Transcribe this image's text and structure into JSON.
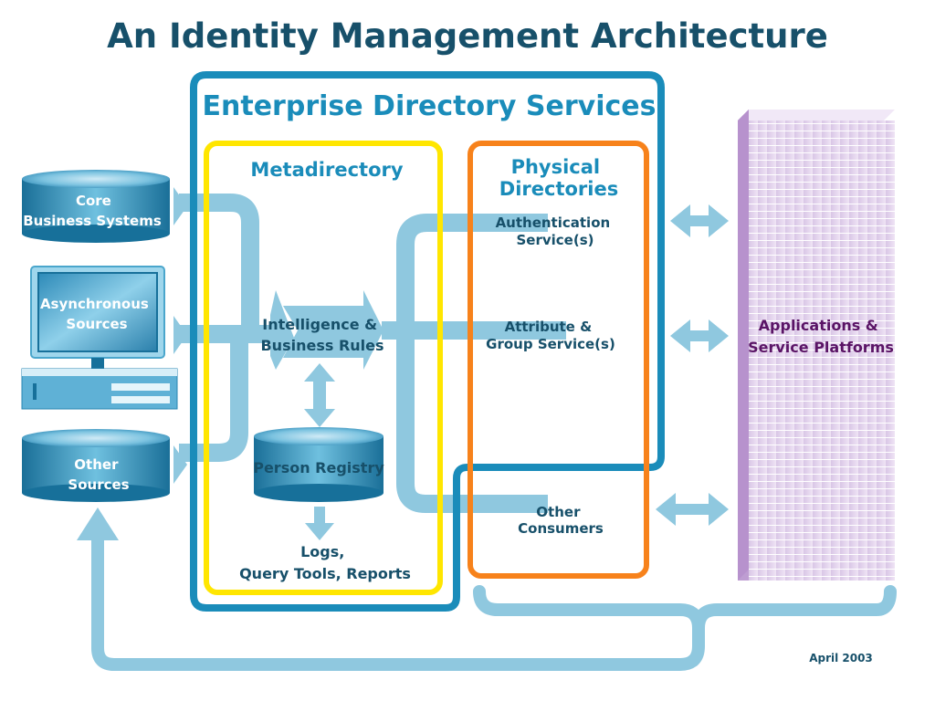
{
  "title": "An Identity Management Architecture",
  "enterprise_label": "Enterprise Directory Services",
  "metadirectory_label": "Metadirectory",
  "physical_label": [
    "Physical",
    "Directories"
  ],
  "sources": {
    "core": [
      "Core",
      "Business Systems"
    ],
    "async": [
      "Asynchronous",
      "Sources"
    ],
    "other": [
      "Other",
      "Sources"
    ]
  },
  "intelligence": [
    "Intelligence &",
    "Business Rules"
  ],
  "person_registry": "Person Registry",
  "logs": [
    "Logs,",
    "Query Tools, Reports"
  ],
  "services": {
    "authentication": [
      "Authentication",
      "Service(s)"
    ],
    "attribute": [
      "Attribute &",
      "Group Service(s)"
    ],
    "other_consumers": [
      "Other",
      "Consumers"
    ]
  },
  "applications": [
    "Applications &",
    "Service Platforms"
  ],
  "date": "April 2003",
  "colors": {
    "title": "#17506a",
    "flow": "#8fc8df",
    "enterprise_border": "#1a8cba",
    "metadirectory_border": "#ffe600",
    "physical_border": "#f7821b",
    "cylinder_dark": "#17709a",
    "cylinder_light": "#64b7d8",
    "apps_fill": "#e2d3ec",
    "apps_side": "#b792cd",
    "apps_text": "#5a1466"
  }
}
